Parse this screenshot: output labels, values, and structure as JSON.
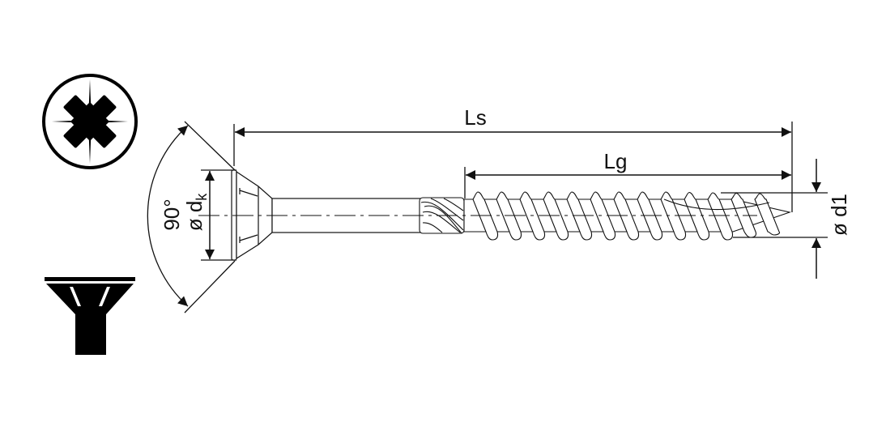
{
  "diagram": {
    "type": "technical-drawing",
    "subject": "countersunk wood screw",
    "colors": {
      "line": "#111111",
      "fill": "#ffffff",
      "icon": "#000000"
    },
    "icons": {
      "drive": {
        "name": "pozidriv-drive-icon",
        "description": "Pozidriv cross recess symbol"
      },
      "head": {
        "name": "countersunk-head-icon",
        "description": "Countersunk head profile symbol"
      }
    },
    "dimensions": {
      "ls": {
        "label": "Ls",
        "description": "overall screw length"
      },
      "lg": {
        "label": "Lg",
        "description": "thread length"
      },
      "d1": {
        "label": "ø d1",
        "description": "thread diameter"
      },
      "dk": {
        "label_main": "ø d",
        "label_sub": "k",
        "description": "head diameter"
      },
      "angle": {
        "label": "90°",
        "description": "countersink angle"
      }
    }
  }
}
